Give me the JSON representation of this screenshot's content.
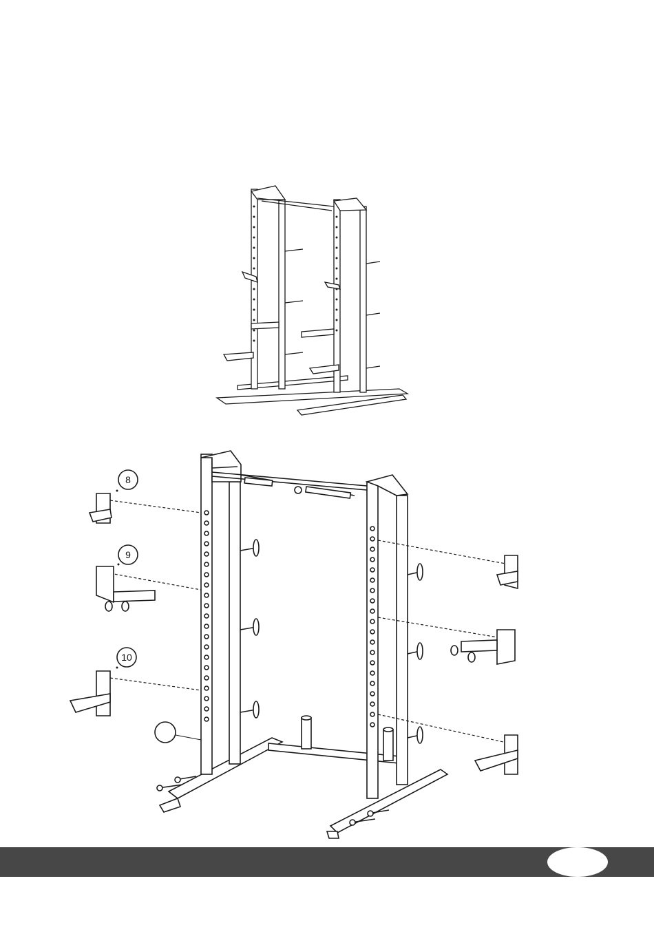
{
  "figure": {
    "callouts": [
      {
        "id": "callout-8",
        "label": "8"
      },
      {
        "id": "callout-9",
        "label": "9"
      },
      {
        "id": "callout-10",
        "label": "10"
      },
      {
        "id": "callout-frame",
        "label": ""
      }
    ]
  },
  "footer": {
    "page_number": "",
    "bar_color": "#474747"
  }
}
